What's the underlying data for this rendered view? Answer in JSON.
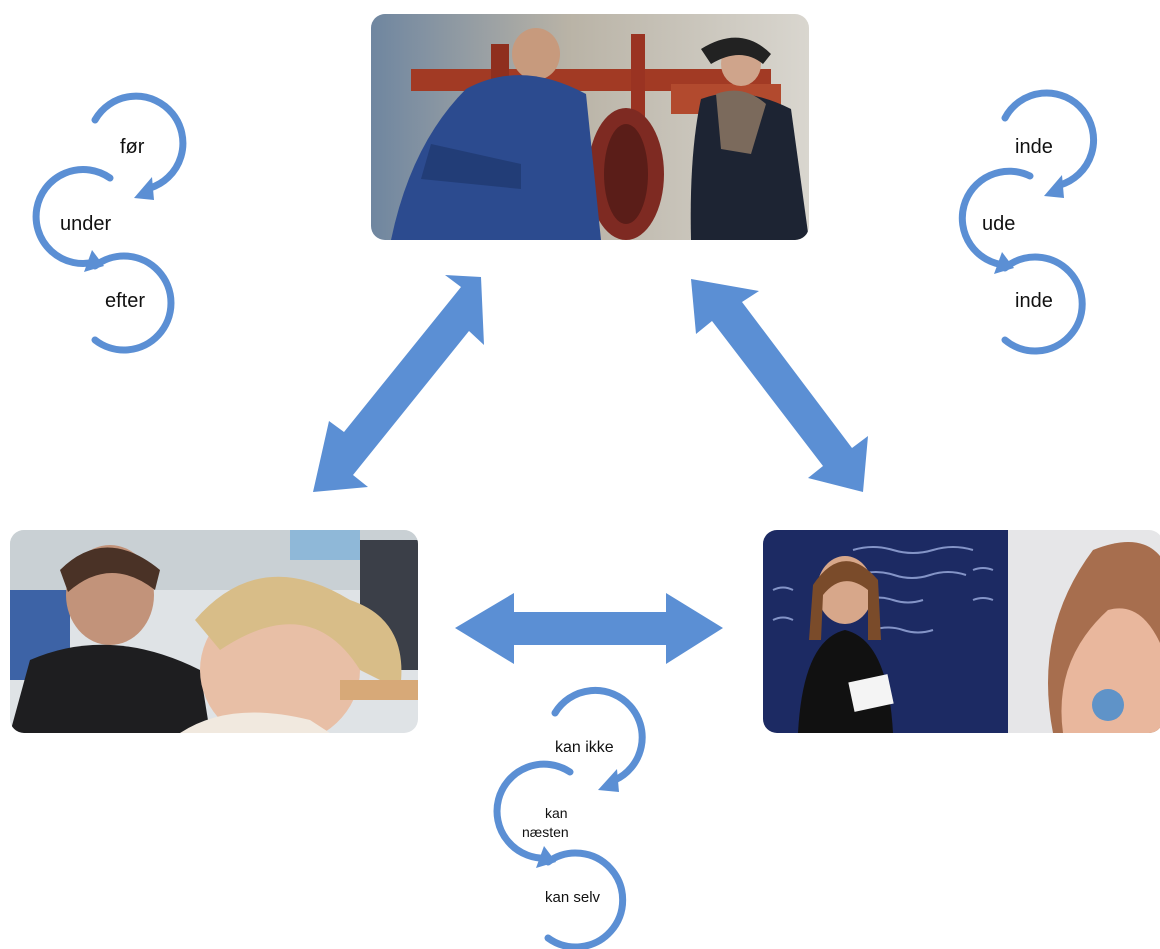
{
  "colors": {
    "arrow": "#5b8fd4",
    "cycle_ring": "#5b8fd4",
    "label_text": "#111111"
  },
  "photos": {
    "workshop": {
      "icon": "workshop-photo",
      "description_visible": false
    },
    "students": {
      "icon": "students-photo"
    },
    "classroom": {
      "icon": "classroom-photo"
    }
  },
  "cycles": {
    "time": {
      "top": "før",
      "middle": "under",
      "bottom": "efter"
    },
    "place": {
      "top": "inde",
      "middle": "ude",
      "bottom": "inde"
    },
    "ability": {
      "top": "kan ikke",
      "middle_line1": "kan",
      "middle_line2": "næsten",
      "bottom": "kan selv"
    }
  }
}
